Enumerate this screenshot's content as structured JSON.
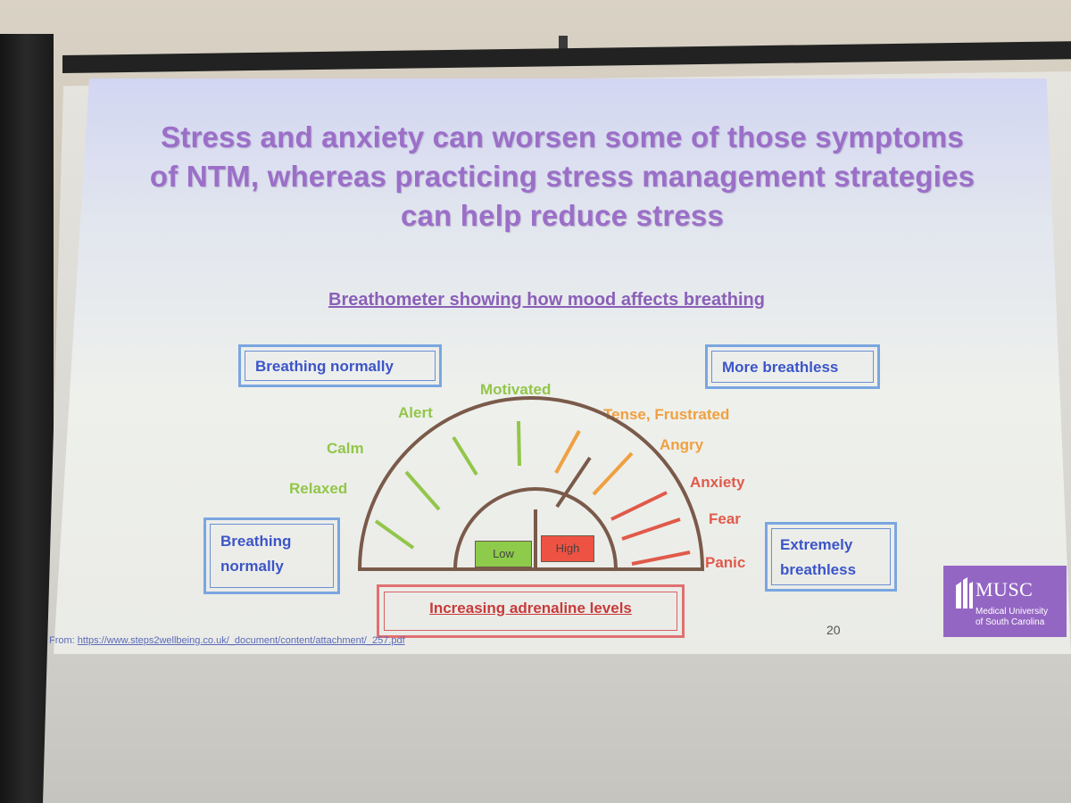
{
  "slide": {
    "title_lines": [
      "Stress and anxiety can worsen some of those symptoms",
      "of NTM, whereas practicing stress management strategies",
      "can help reduce stress"
    ],
    "subtitle": "Breathometer showing how mood affects breathing",
    "boxes": {
      "top_left": "Breathing normally",
      "top_right": "More breathless",
      "bottom_left": [
        "Breathing",
        "normally"
      ],
      "bottom_right": [
        "Extremely",
        "breathless"
      ],
      "adrenaline": "Increasing adrenaline levels"
    },
    "moods": {
      "relaxed": "Relaxed",
      "calm": "Calm",
      "alert": "Alert",
      "motivated": "Motivated",
      "tense": "Tense, Frustrated",
      "angry": "Angry",
      "anxiety": "Anxiety",
      "fear": "Fear",
      "panic": "Panic"
    },
    "levels": {
      "low": "Low",
      "high": "High"
    },
    "page_number": "20",
    "source_prefix": "From: ",
    "source_url": "https://www.steps2wellbeing.co.uk/_document/content/attachment/_257.pdf",
    "logo": {
      "name": "MUSC",
      "sub_line1": "Medical University",
      "sub_line2": "of South Carolina"
    },
    "colors": {
      "title": "#9b6fc8",
      "green": "#92c64a",
      "orange": "#f0a040",
      "red": "#e05a4a",
      "gauge_outline": "#7a5a4a",
      "logo_bg": "#9466c4"
    }
  }
}
